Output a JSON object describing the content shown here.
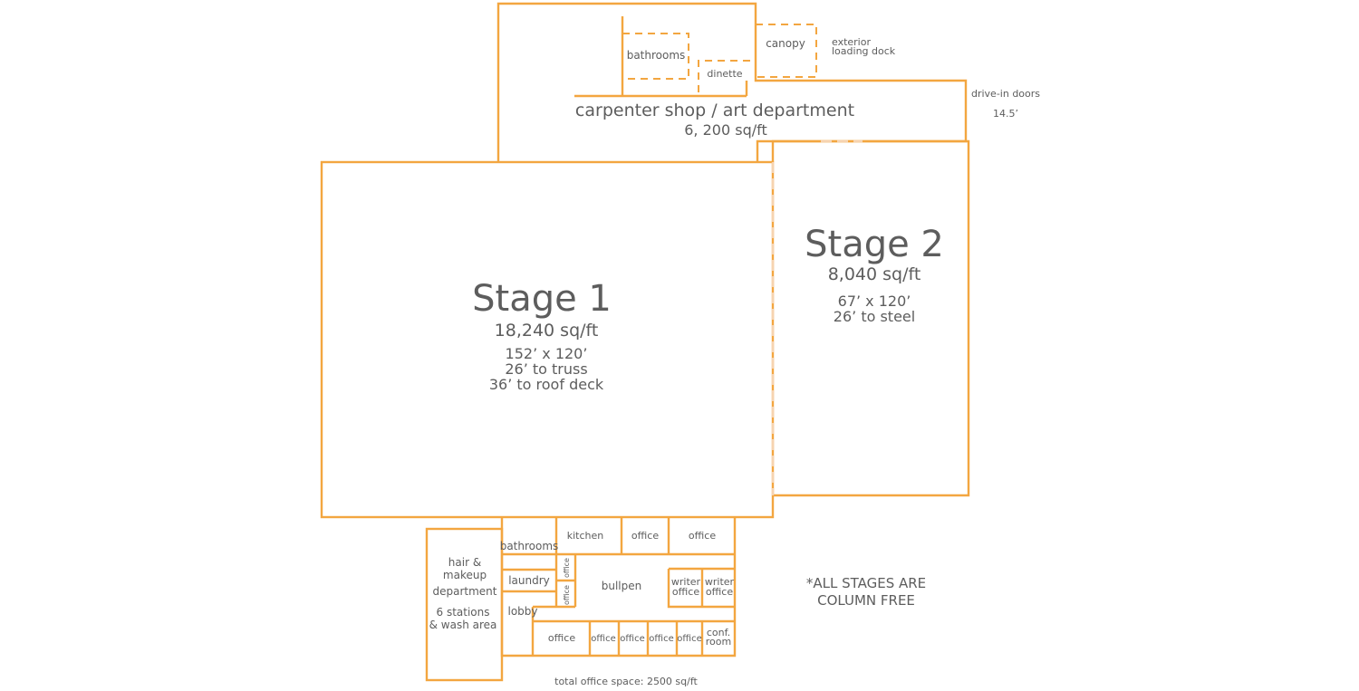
{
  "stage1": {
    "title": "Stage 1",
    "area": "18,240 sq/ft",
    "dims": "152’ x 120’",
    "truss": "26’ to truss",
    "roof": "36’ to roof deck"
  },
  "stage2": {
    "title": "Stage 2",
    "area": "8,040 sq/ft",
    "dims": "67’ x 120’",
    "steel": "26’ to steel"
  },
  "shop": {
    "title": "carpenter shop / art department",
    "area": "6, 200 sq/ft"
  },
  "top": {
    "bathrooms": "bathrooms",
    "dinette": "dinette",
    "canopy": "canopy",
    "dock_line1": "exterior",
    "dock_line2": "loading dock",
    "drive_in": "drive-in doors",
    "drive_in_height": "14.5’"
  },
  "offices": {
    "hair_line1": "hair &",
    "hair_line2": "makeup",
    "hair_line3": "department",
    "hair_line4": "6 stations",
    "hair_line5": "& wash area",
    "bathrooms": "bathrooms",
    "kitchen": "kitchen",
    "office": "office",
    "laundry": "laundry",
    "lobby": "lobby",
    "bullpen": "bullpen",
    "writer": "writer",
    "conf_line1": "conf.",
    "conf_line2": "room",
    "total": "total office space: 2500 sq/ft"
  },
  "note": {
    "line1": "*ALL STAGES ARE",
    "line2": "COLUMN FREE"
  },
  "colors": {
    "wall": "#f3a640",
    "text": "#5d5d5d"
  }
}
